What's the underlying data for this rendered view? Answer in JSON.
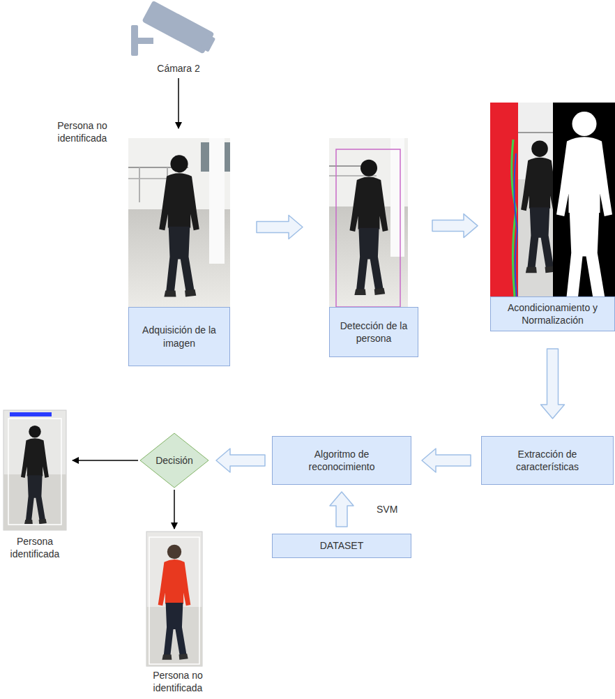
{
  "diagram": {
    "nodes": [
      {
        "text": [
          "Adquisición de la imagen"
        ]
      },
      {
        "text": [
          "Detección de la persona"
        ]
      },
      {
        "text": [
          "Acondicionamiento y Normalización"
        ]
      },
      {
        "text": [
          "Extracción de características"
        ]
      },
      {
        "text": [
          "Algoritmo de reconocimiento"
        ]
      },
      {
        "text": [
          "DATASET"
        ]
      },
      {
        "text": [
          "Decisión"
        ]
      }
    ],
    "edges": [
      {
        "from": 0,
        "to": 1,
        "arrow": "to"
      },
      {
        "from": 1,
        "to": 2,
        "arrow": "to"
      },
      {
        "from": 2,
        "to": 3,
        "arrow": "to"
      },
      {
        "from": 3,
        "to": 4,
        "arrow": "to"
      },
      {
        "from": 5,
        "to": 4,
        "arrow": "to"
      },
      {
        "from": 4,
        "to": 6,
        "arrow": "to"
      }
    ],
    "labels": [
      "Cámara 2",
      "Persona no identificada",
      "SVM",
      "Persona identificada",
      "Persona no identificada"
    ]
  }
}
